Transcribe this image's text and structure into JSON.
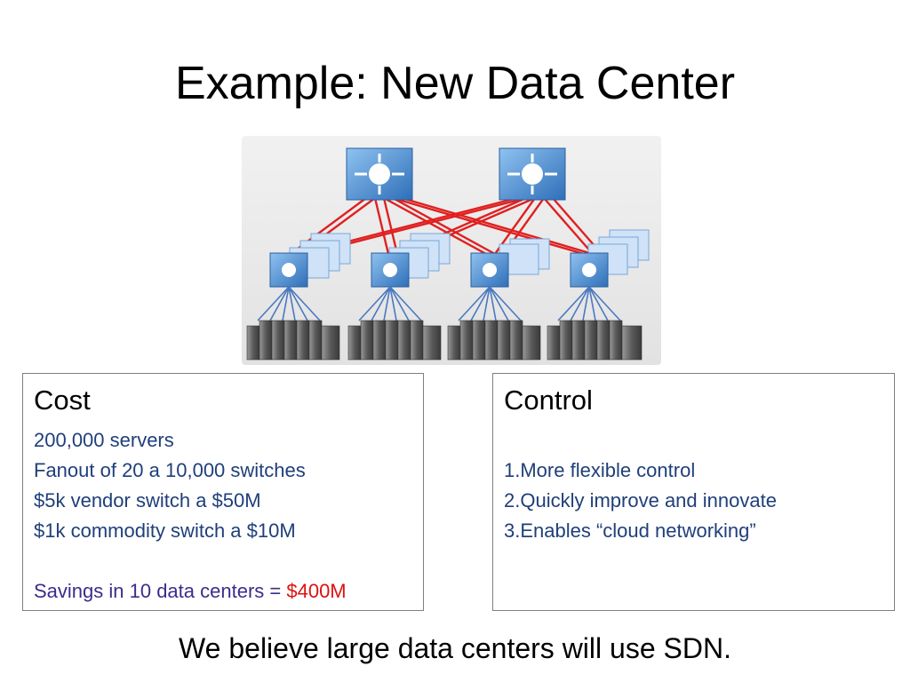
{
  "slide": {
    "title": "Example: New Data Center",
    "footer": "We believe large data centers will use SDN."
  },
  "cost": {
    "heading": "Cost",
    "lines": [
      "200,000 servers",
      "Fanout of 20 a 10,000 switches",
      "$5k vendor switch a $50M",
      "$1k commodity switch a $10M"
    ],
    "savings_label": "Savings in 10 data centers = ",
    "savings_value": "$400M"
  },
  "control": {
    "heading": "Control",
    "items": [
      "1.More flexible control",
      "2.Quickly improve and innovate",
      "3.Enables “cloud networking”"
    ]
  },
  "colors": {
    "link_red": "#e02020",
    "switch_blue": "#4a8fd6",
    "text_blue": "#1f3f7a",
    "accent_red": "#e01010"
  }
}
